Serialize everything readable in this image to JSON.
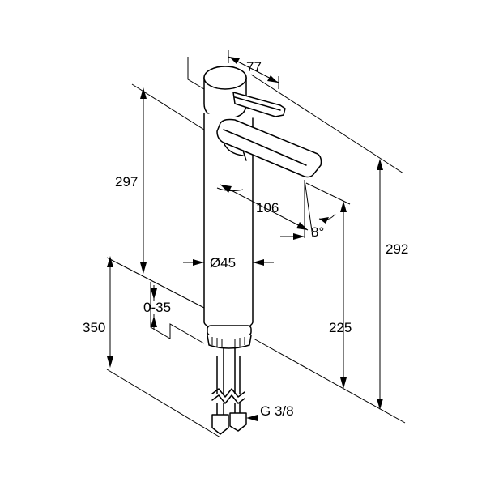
{
  "dimensions": {
    "lever_width": "77",
    "spout_height": "297",
    "spout_reach": "106",
    "tilt_angle": "8°",
    "body_diameter": "Ø45",
    "max_height": "292",
    "outlet_height": "225",
    "deck_thickness": "0-35",
    "hose_length": "350",
    "connection_thread": "G 3/8"
  }
}
